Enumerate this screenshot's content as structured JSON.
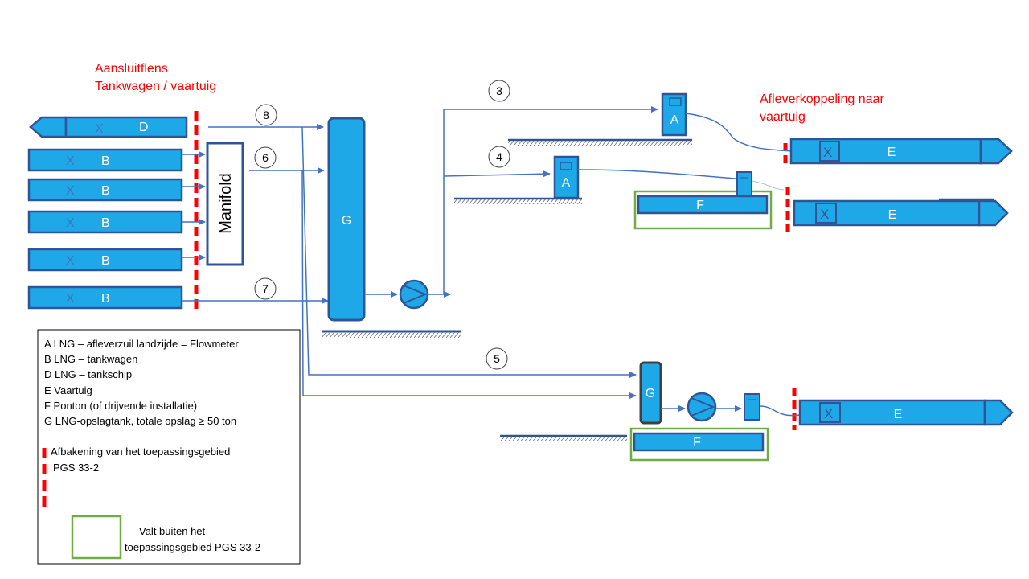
{
  "colors": {
    "fill": "#1fa8e8",
    "stroke": "#2f5597",
    "line": "#4472c4",
    "red": "#ff0000",
    "green": "#70ad47"
  },
  "annotations": {
    "flange_line1": "Aansluitflens",
    "flange_line2": "Tankwagen / vaartuig",
    "delivery_line1": "Afleverkoppeling naar",
    "delivery_line2": "vaartuig"
  },
  "manifold_label": "Manifold",
  "circles": [
    "8",
    "6",
    "7",
    "3",
    "4",
    "5"
  ],
  "labels": {
    "D": "D",
    "B": "B",
    "G": "G",
    "A": "A",
    "F": "F",
    "E": "E",
    "X": "X"
  },
  "legend": {
    "items": [
      "A LNG – afleverzuil landzijde = Flowmeter",
      "B LNG – tankwagen",
      "D LNG – tankschip",
      "E Vaartuig",
      "F Ponton (of drijvende installatie)",
      "G LNG-opslagtank, totale opslag ≥ 50 ton"
    ],
    "boundary_line1": "Afbakening van het toepassingsgebied",
    "boundary_line2": "PGS 33-2",
    "green_line1": "Valt  buiten het",
    "green_line2": "toepassingsgebied PGS 33-2"
  }
}
